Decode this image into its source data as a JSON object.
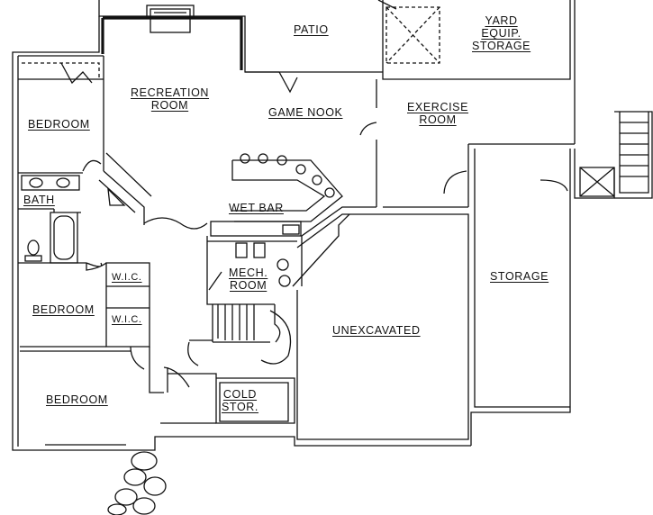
{
  "plan": {
    "ink_color": "#111111",
    "background": "#ffffff",
    "rooms": {
      "patio": {
        "lines": [
          "PATIO"
        ]
      },
      "yard_storage": {
        "lines": [
          "YARD",
          "EQUIP.",
          "STORAGE"
        ]
      },
      "recreation": {
        "lines": [
          "RECREATION",
          "ROOM"
        ]
      },
      "game_nook": {
        "lines": [
          "GAME NOOK"
        ]
      },
      "exercise": {
        "lines": [
          "EXERCISE",
          "ROOM"
        ]
      },
      "bedroom_1": {
        "lines": [
          "BEDROOM"
        ]
      },
      "bath": {
        "lines": [
          "BATH"
        ]
      },
      "wet_bar": {
        "lines": [
          "WET BAR"
        ]
      },
      "mech": {
        "lines": [
          "MECH.",
          "ROOM"
        ]
      },
      "storage": {
        "lines": [
          "STORAGE"
        ]
      },
      "wic_1": {
        "lines": [
          "W.I.C."
        ]
      },
      "wic_2": {
        "lines": [
          "W.I.C."
        ]
      },
      "bedroom_2": {
        "lines": [
          "BEDROOM"
        ]
      },
      "unexcavated": {
        "lines": [
          "UNEXCAVATED"
        ]
      },
      "bedroom_3": {
        "lines": [
          "BEDROOM"
        ]
      },
      "cold_storage": {
        "lines": [
          "COLD",
          "STOR."
        ]
      }
    }
  }
}
